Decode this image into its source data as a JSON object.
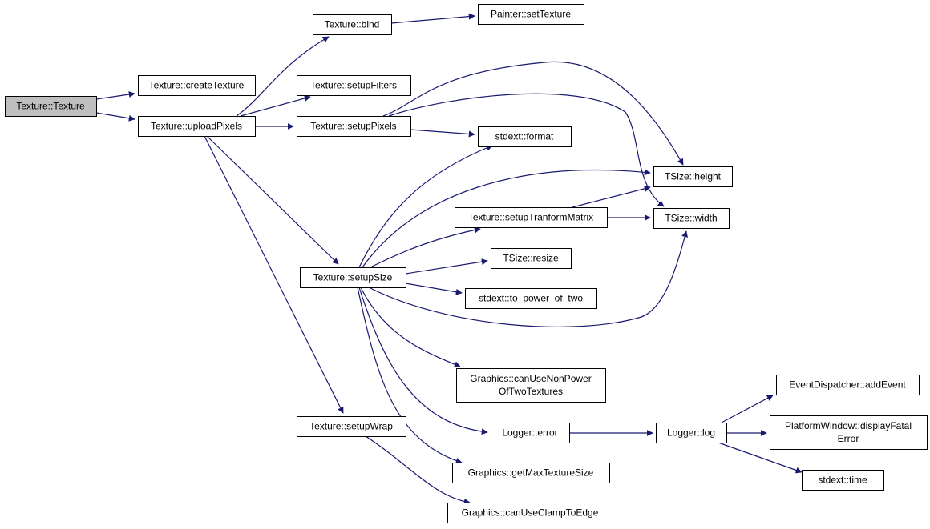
{
  "colors": {
    "edge": "#191970",
    "node_fill": "#ffffff",
    "root_fill": "#bfbfbf",
    "border": "#000000"
  },
  "nodes": {
    "texture_ctor": {
      "lines": [
        "Texture::Texture"
      ],
      "root": true
    },
    "create_texture": {
      "lines": [
        "Texture::createTexture"
      ]
    },
    "upload_pixels": {
      "lines": [
        "Texture::uploadPixels"
      ]
    },
    "bind": {
      "lines": [
        "Texture::bind"
      ]
    },
    "painter_set_texture": {
      "lines": [
        "Painter::setTexture"
      ]
    },
    "setup_filters": {
      "lines": [
        "Texture::setupFilters"
      ]
    },
    "setup_pixels": {
      "lines": [
        "Texture::setupPixels"
      ]
    },
    "stdext_format": {
      "lines": [
        "stdext::format"
      ]
    },
    "tsize_height": {
      "lines": [
        "TSize::height"
      ]
    },
    "setup_transform": {
      "lines": [
        "Texture::setupTranformMatrix"
      ]
    },
    "tsize_width": {
      "lines": [
        "TSize::width"
      ]
    },
    "tsize_resize": {
      "lines": [
        "TSize::resize"
      ]
    },
    "setup_size": {
      "lines": [
        "Texture::setupSize"
      ]
    },
    "to_power_of_two": {
      "lines": [
        "stdext::to_power_of_two"
      ]
    },
    "can_use_npot": {
      "lines": [
        "Graphics::canUseNonPower",
        "OfTwoTextures"
      ]
    },
    "logger_error": {
      "lines": [
        "Logger::error"
      ]
    },
    "logger_log": {
      "lines": [
        "Logger::log"
      ]
    },
    "add_event": {
      "lines": [
        "EventDispatcher::addEvent"
      ]
    },
    "display_fatal": {
      "lines": [
        "PlatformWindow::displayFatal",
        "Error"
      ]
    },
    "stdext_time": {
      "lines": [
        "stdext::time"
      ]
    },
    "setup_wrap": {
      "lines": [
        "Texture::setupWrap"
      ]
    },
    "get_max_texture_size": {
      "lines": [
        "Graphics::getMaxTextureSize"
      ]
    },
    "can_use_clamp": {
      "lines": [
        "Graphics::canUseClampToEdge"
      ]
    }
  },
  "edges": [
    {
      "from": "texture_ctor",
      "to": "create_texture"
    },
    {
      "from": "texture_ctor",
      "to": "upload_pixels"
    },
    {
      "from": "upload_pixels",
      "to": "bind"
    },
    {
      "from": "bind",
      "to": "painter_set_texture"
    },
    {
      "from": "upload_pixels",
      "to": "setup_filters"
    },
    {
      "from": "upload_pixels",
      "to": "setup_pixels"
    },
    {
      "from": "upload_pixels",
      "to": "setup_size"
    },
    {
      "from": "upload_pixels",
      "to": "setup_wrap"
    },
    {
      "from": "setup_pixels",
      "to": "stdext_format"
    },
    {
      "from": "setup_pixels",
      "to": "tsize_height"
    },
    {
      "from": "setup_pixels",
      "to": "tsize_width"
    },
    {
      "from": "setup_size",
      "to": "stdext_format"
    },
    {
      "from": "setup_size",
      "to": "tsize_height"
    },
    {
      "from": "setup_size",
      "to": "setup_transform"
    },
    {
      "from": "setup_transform",
      "to": "tsize_height"
    },
    {
      "from": "setup_transform",
      "to": "tsize_width"
    },
    {
      "from": "setup_size",
      "to": "tsize_resize"
    },
    {
      "from": "setup_size",
      "to": "to_power_of_two"
    },
    {
      "from": "setup_size",
      "to": "tsize_width"
    },
    {
      "from": "setup_size",
      "to": "can_use_npot"
    },
    {
      "from": "setup_size",
      "to": "logger_error"
    },
    {
      "from": "setup_size",
      "to": "get_max_texture_size"
    },
    {
      "from": "logger_error",
      "to": "logger_log"
    },
    {
      "from": "logger_log",
      "to": "add_event"
    },
    {
      "from": "logger_log",
      "to": "display_fatal"
    },
    {
      "from": "logger_log",
      "to": "stdext_time"
    },
    {
      "from": "setup_wrap",
      "to": "can_use_clamp"
    }
  ]
}
